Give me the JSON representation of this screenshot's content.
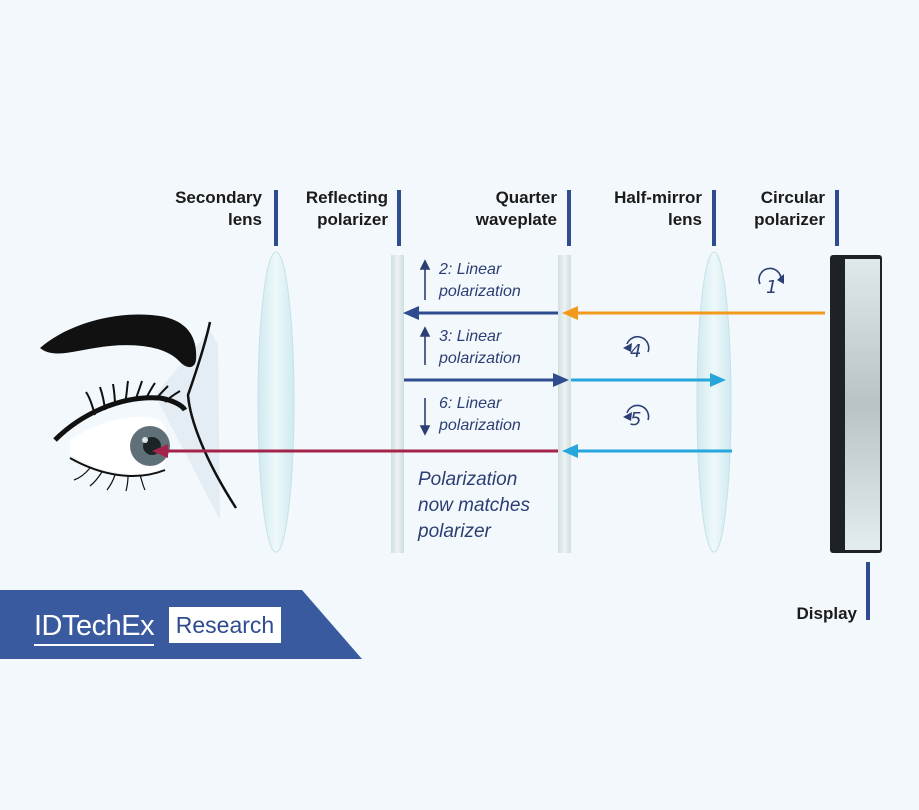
{
  "labels": {
    "secondary_lens": [
      "Secondary",
      "lens"
    ],
    "reflecting_polarizer": [
      "Reflecting",
      "polarizer"
    ],
    "quarter_waveplate": [
      "Quarter",
      "waveplate"
    ],
    "half_mirror_lens": [
      "Half-mirror",
      "lens"
    ],
    "circular_polarizer": [
      "Circular",
      "polarizer"
    ],
    "display": "Display"
  },
  "notes": {
    "step2": [
      "2: Linear",
      "polarization"
    ],
    "step3": [
      "3: Linear",
      "polarization"
    ],
    "step6": [
      "6: Linear",
      "polarization"
    ],
    "final": [
      "Polarization",
      "now matches",
      "polarizer"
    ]
  },
  "steps": {
    "s1": "1",
    "s4": "4",
    "s5": "5"
  },
  "logo": {
    "brand": "IDTechEx",
    "tag": "Research"
  },
  "colors": {
    "background": "#f2f8fb",
    "accent_blue": "#2f4c8f",
    "orange_beam": "#f39a1e",
    "cyan_beam": "#27a6dc",
    "navy_beam": "#2f4c8f",
    "red_beam": "#a4234a"
  }
}
